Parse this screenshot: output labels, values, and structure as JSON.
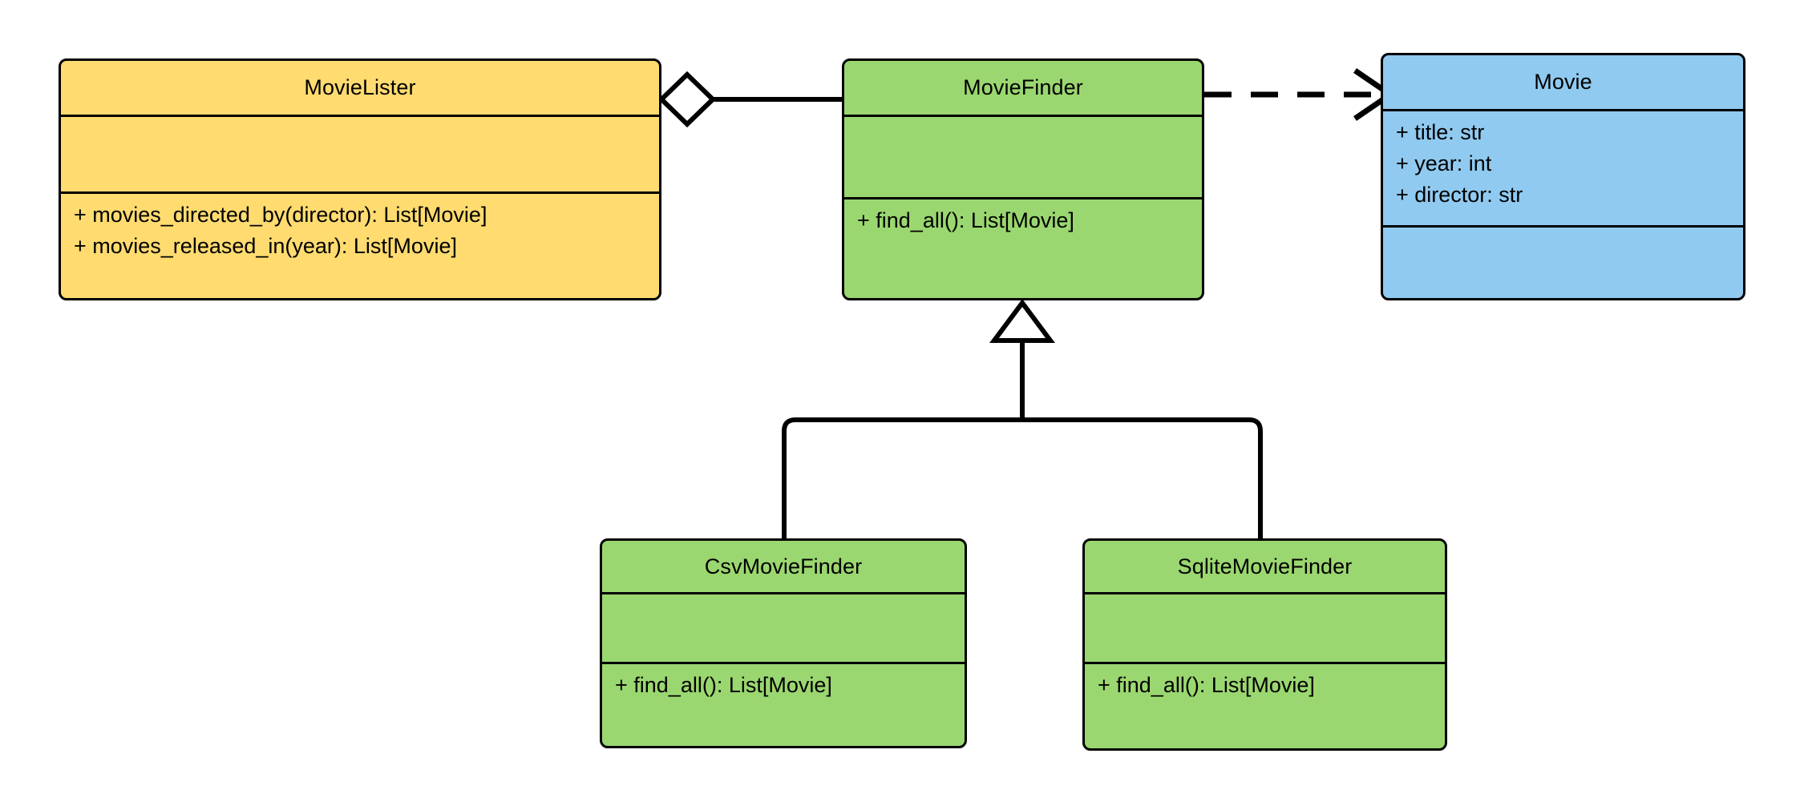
{
  "diagram": {
    "title": "MovieLister UML class diagram",
    "type": "uml-class-diagram",
    "background": "#ffffff",
    "line_color": "#000000",
    "colors": {
      "yellow": "#FFDB70",
      "green": "#9BD770",
      "blue": "#90CAF0"
    }
  },
  "classes": [
    {
      "id": "movie-lister",
      "name": "MovieLister",
      "fill": "#FFDB70",
      "attributes": [],
      "methods": [
        "+ movies_directed_by(director): List[Movie]",
        "+ movies_released_in(year): List[Movie]"
      ]
    },
    {
      "id": "movie-finder",
      "name": "MovieFinder",
      "fill": "#9BD770",
      "attributes": [],
      "methods": [
        "+ find_all(): List[Movie]"
      ]
    },
    {
      "id": "movie",
      "name": "Movie",
      "fill": "#90CAF0",
      "attributes": [
        "+ title: str",
        "+ year: int",
        "+ director: str"
      ],
      "methods": []
    },
    {
      "id": "csv-movie-finder",
      "name": "CsvMovieFinder",
      "fill": "#9BD770",
      "attributes": [],
      "methods": [
        "+ find_all(): List[Movie]"
      ]
    },
    {
      "id": "sqlite-movie-finder",
      "name": "SqliteMovieFinder",
      "fill": "#9BD770",
      "attributes": [],
      "methods": [
        "+ find_all(): List[Movie]"
      ]
    }
  ],
  "relationships": [
    {
      "id": "aggregation-lister-finder",
      "type": "aggregation",
      "from": "MovieLister",
      "to": "MovieFinder",
      "marker": "hollow-diamond"
    },
    {
      "id": "dependency-finder-movie",
      "type": "dependency",
      "from": "MovieFinder",
      "to": "Movie",
      "marker": "open-arrow",
      "stroke": "dashed"
    },
    {
      "id": "generalization-csv-finder",
      "type": "generalization",
      "from": "CsvMovieFinder",
      "to": "MovieFinder",
      "marker": "hollow-triangle"
    },
    {
      "id": "generalization-sqlite-finder",
      "type": "generalization",
      "from": "SqliteMovieFinder",
      "to": "MovieFinder",
      "marker": "hollow-triangle"
    }
  ]
}
